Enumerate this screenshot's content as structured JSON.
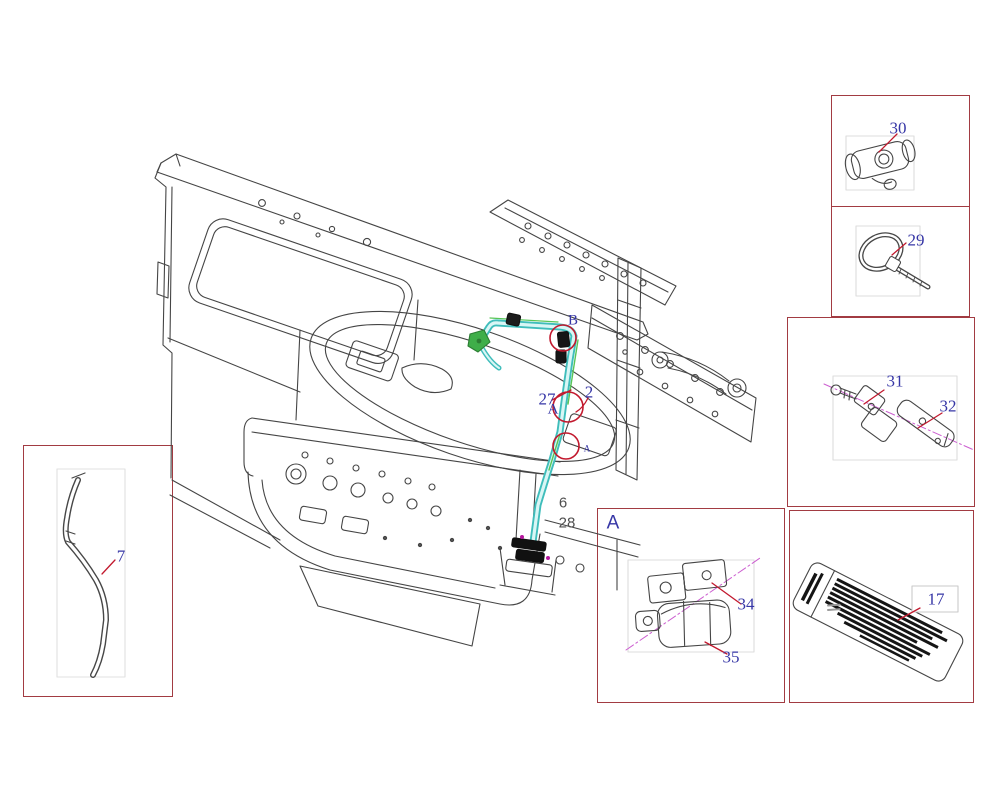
{
  "colors": {
    "background": "#ffffff",
    "box_border": "#a23b42",
    "part_label_blue": "#3636a6",
    "leader_red": "#c2192e",
    "marker_circle_red": "#c2192e",
    "axis_magenta": "#cc5ed0",
    "pipe_teal": "#3fbdbb",
    "connector_green": "#3fae49",
    "line_art_gray": "#454545",
    "ref_number_gray": "#4f4f4f"
  },
  "labels": {
    "p2": "2",
    "p6": "6",
    "p7": "7",
    "p17": "17",
    "p27": "27",
    "p28": "28",
    "p29": "29",
    "p30": "30",
    "p31": "31",
    "p32": "32",
    "p34": "34",
    "p35": "35",
    "box_a": "A",
    "marker_a": "A",
    "marker_a2": "A",
    "marker_b": "B"
  },
  "main_drawing": {
    "description": "isometric line drawing of truck cab front wall and chassis with highlighted pipe routing",
    "highlighted_pipe_color": "#3fbdbb",
    "detail_markers": [
      "A",
      "B",
      "A"
    ],
    "reference_numbers": [
      "27",
      "2",
      "6",
      "28"
    ]
  },
  "detail_boxes": [
    {
      "name": "detail-box-30",
      "part_number": "30",
      "icon": "pipe-clamp-icon"
    },
    {
      "name": "detail-box-29",
      "part_number": "29",
      "icon": "cable-tie-icon"
    },
    {
      "name": "detail-box-31-32",
      "part_numbers": [
        "31",
        "32"
      ],
      "icons": [
        "bolt-icon",
        "clamp-block-icon",
        "bracket-strap-icon"
      ]
    },
    {
      "name": "detail-box-7",
      "part_number": "7",
      "icon": "hose-icon"
    },
    {
      "name": "detail-box-A",
      "view_label": "A",
      "part_numbers": [
        "34",
        "35"
      ],
      "icons": [
        "mounting-bracket-icon",
        "pipe-saddle-clamp-icon"
      ]
    },
    {
      "name": "detail-box-17",
      "part_number": "17",
      "icon": "warning-sticker-icon"
    }
  ]
}
